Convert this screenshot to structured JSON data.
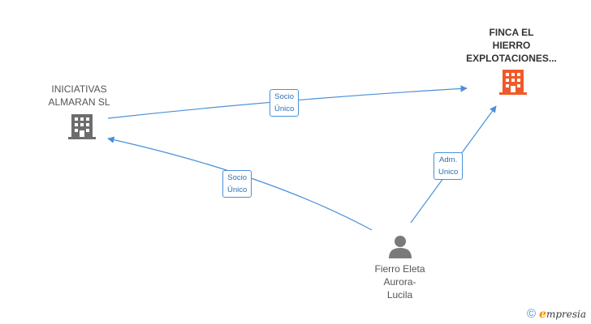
{
  "nodes": {
    "finca": {
      "label": "FINCA EL\nHIERRO\nEXPLOTACIONES...",
      "color": "#f05a28"
    },
    "iniciativas": {
      "label": "INICIATIVAS\nALMARAN SL",
      "color": "#6d6d6d"
    },
    "person": {
      "label": "Fierro Eleta\nAurora-\nLucila",
      "color": "#7a7a7a"
    }
  },
  "edges": {
    "iniciativas_finca": {
      "label": "Socio\nÚnico"
    },
    "person_iniciativas": {
      "label": "Socio\nÚnico"
    },
    "person_finca": {
      "label": "Adm.\nUnico"
    }
  },
  "colors": {
    "edge": "#4a90d9"
  },
  "footer": {
    "copyright": "©",
    "brand_initial": "e",
    "brand_rest": "mpresia"
  }
}
